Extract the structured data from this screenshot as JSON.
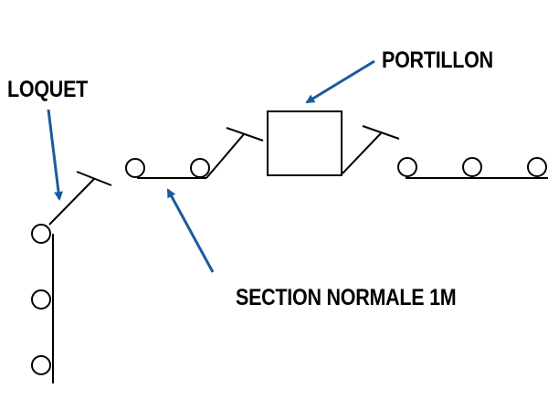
{
  "labels": {
    "loquet": "LOQUET",
    "portillon": "PORTILLON",
    "section": "SECTION NORMALE 1M"
  },
  "colors": {
    "line": "#000000",
    "arrow": "#1a5aa0",
    "background": "#ffffff"
  }
}
